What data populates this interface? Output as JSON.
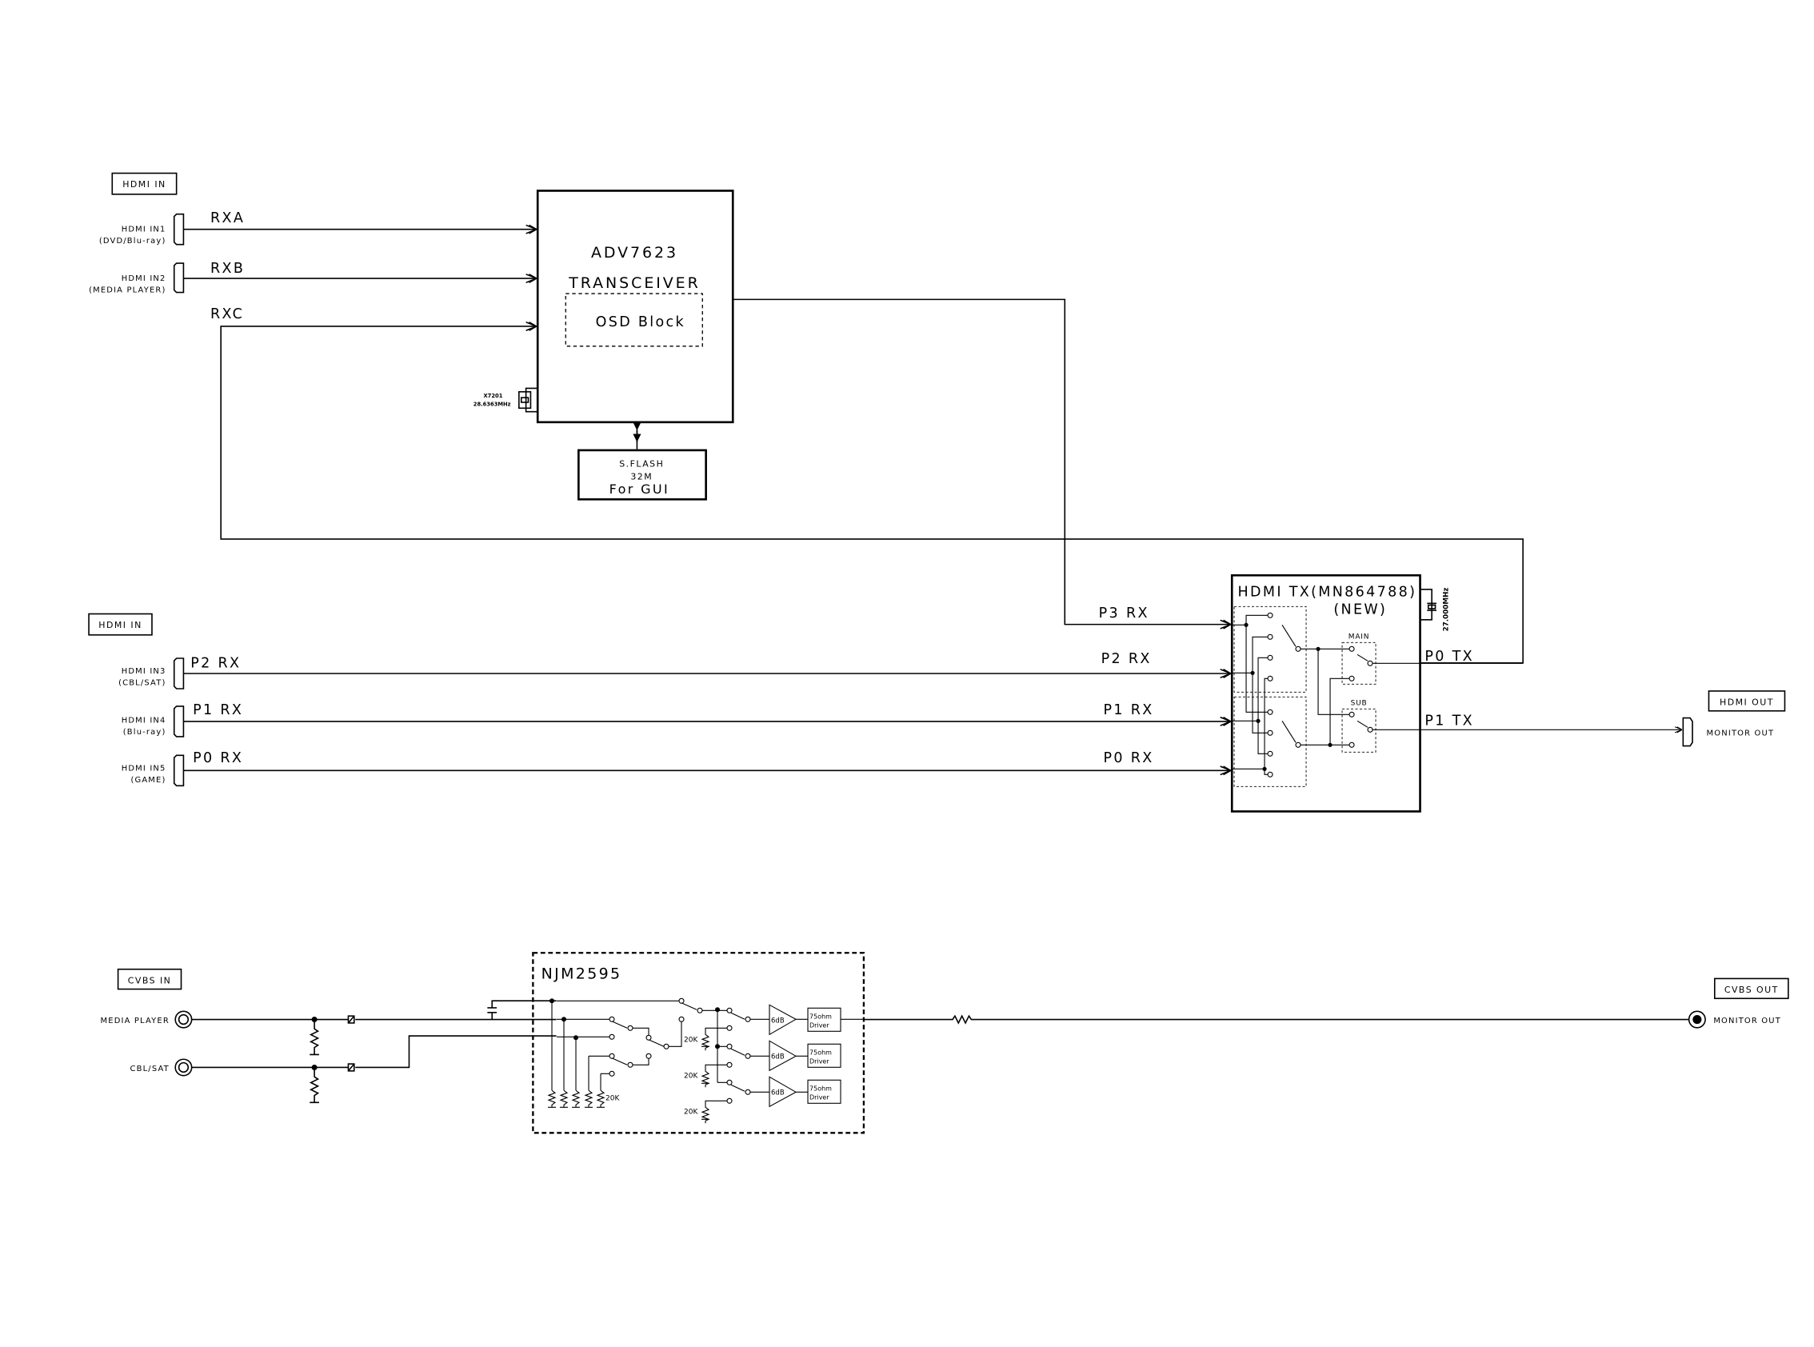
{
  "hdmi_in_top": {
    "header": "HDMI IN",
    "inputs": [
      {
        "name": "HDMI IN1",
        "source": "(DVD/Blu-ray)",
        "signal": "RXA"
      },
      {
        "name": "HDMI IN2",
        "source": "(MEDIA PLAYER)",
        "signal": "RXB"
      }
    ],
    "rxc": "RXC"
  },
  "adv": {
    "name": "ADV7623",
    "type": "TRANSCEIVER",
    "osd": "OSD Block",
    "crystal_ref": "X7201",
    "crystal_freq": "28.6363MHz"
  },
  "flash": {
    "line1": "S.FLASH",
    "line2": "32M",
    "line3": "For GUI"
  },
  "hdmi_in_bottom": {
    "header": "HDMI IN",
    "inputs": [
      {
        "name": "HDMI IN3",
        "source": "(CBL/SAT)",
        "signal": "P2 RX"
      },
      {
        "name": "HDMI IN4",
        "source": "(Blu-ray)",
        "signal": "P1 RX"
      },
      {
        "name": "HDMI IN5",
        "source": "(GAME)",
        "signal": "P0 RX"
      }
    ]
  },
  "hdmi_tx": {
    "title": "HDMI TX(MN864788)",
    "subtitle": "(NEW)",
    "crystal_freq": "27.000MHz",
    "ports_in": [
      "P3 RX",
      "P2 RX",
      "P1 RX",
      "P0 RX"
    ],
    "main": "MAIN",
    "sub": "SUB",
    "out0": "P0 TX",
    "out1": "P1 TX"
  },
  "hdmi_out": {
    "header": "HDMI OUT",
    "label": "MONITOR OUT"
  },
  "cvbs_in": {
    "header": "CVBS IN",
    "inputs": [
      "MEDIA PLAYER",
      "CBL/SAT"
    ]
  },
  "njm": {
    "name": "NJM2595",
    "res": "20K",
    "gain": "6dB",
    "driver1": "75ohm",
    "driver2": "Driver"
  },
  "cvbs_out": {
    "header": "CVBS OUT",
    "label": "MONITOR OUT"
  }
}
